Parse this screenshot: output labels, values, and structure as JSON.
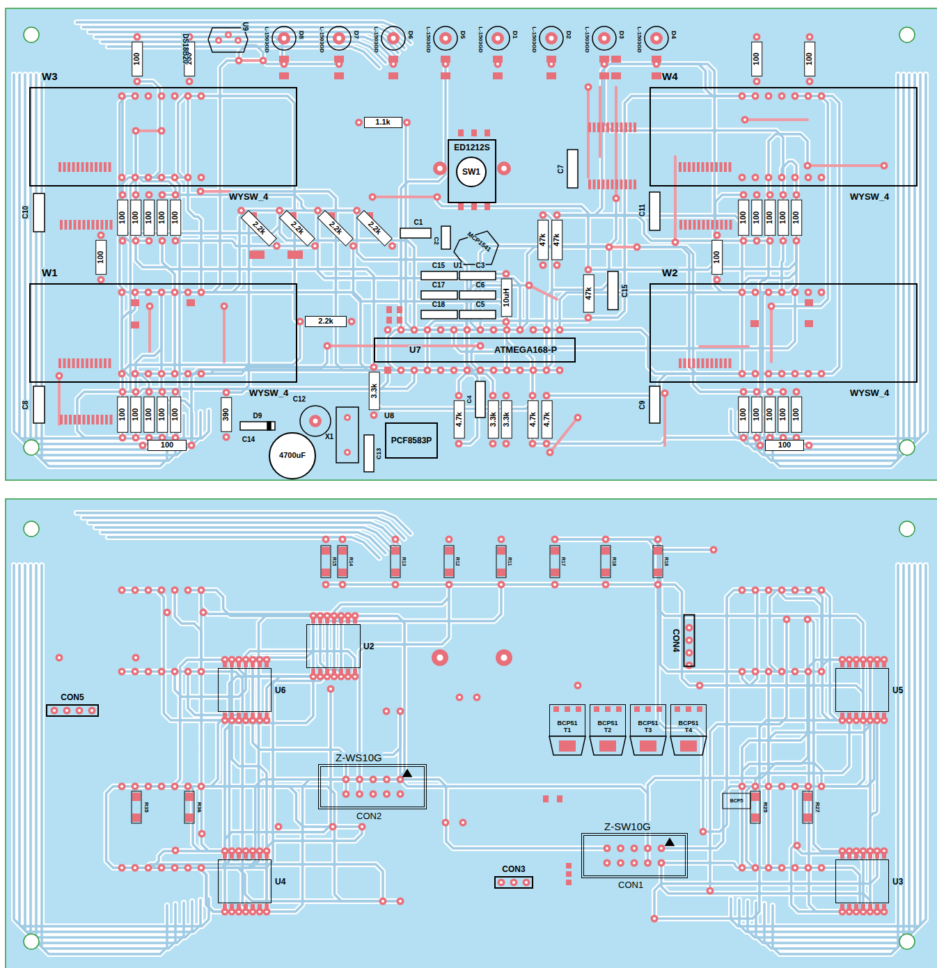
{
  "diagram": {
    "nodes": [
      {
        "text": [
          "100"
        ]
      },
      {
        "text": [
          "100"
        ]
      },
      {
        "text": [
          "100"
        ]
      },
      {
        "text": [
          "100"
        ]
      },
      {
        "text": [
          "W3",
          "WYSW_4"
        ]
      },
      {
        "text": [
          "W4",
          "WYSW_4"
        ]
      },
      {
        "text": [
          "1.1k"
        ]
      },
      {
        "text": [
          "ED1212S"
        ]
      },
      {
        "text": [
          "SW1"
        ],
        "in": 7
      },
      {
        "text": [
          "100"
        ]
      },
      {
        "text": [
          "100"
        ]
      },
      {
        "text": [
          "100"
        ]
      },
      {
        "text": [
          "100"
        ]
      },
      {
        "text": [
          "100"
        ]
      },
      {
        "text": [
          "100"
        ]
      },
      {
        "text": [
          "100"
        ]
      },
      {
        "text": [
          "100"
        ]
      },
      {
        "text": [
          "100"
        ]
      },
      {
        "text": [
          "100"
        ]
      },
      {
        "text": [
          "2.2k"
        ]
      },
      {
        "text": [
          "2.2k"
        ]
      },
      {
        "text": [
          "2.2k"
        ]
      },
      {
        "text": [
          "2.2k"
        ]
      },
      {
        "text": [
          "47k"
        ]
      },
      {
        "text": [
          "47k"
        ]
      },
      {
        "text": [
          "100"
        ]
      },
      {
        "text": [
          "100"
        ]
      },
      {
        "text": [
          "47k"
        ]
      },
      {
        "text": [
          "10uH"
        ]
      },
      {
        "text": [
          "W1",
          "WYSW_4"
        ]
      },
      {
        "text": [
          "W2",
          "WYSW_4"
        ]
      },
      {
        "text": [
          "2.2k"
        ]
      },
      {
        "text": [
          "U7",
          "ATMEGA168-P"
        ]
      },
      {
        "text": [
          "3.3k"
        ]
      },
      {
        "text": [
          "100"
        ]
      },
      {
        "text": [
          "100"
        ]
      },
      {
        "text": [
          "100"
        ]
      },
      {
        "text": [
          "100"
        ]
      },
      {
        "text": [
          "100"
        ]
      },
      {
        "text": [
          "100"
        ]
      },
      {
        "text": [
          "100"
        ]
      },
      {
        "text": [
          "100"
        ]
      },
      {
        "text": [
          "100"
        ]
      },
      {
        "text": [
          "100"
        ]
      },
      {
        "text": [
          "390"
        ]
      },
      {
        "text": [
          "4.7k"
        ]
      },
      {
        "text": [
          "3.3k"
        ]
      },
      {
        "text": [
          "3.3k"
        ]
      },
      {
        "text": [
          "4.7k"
        ]
      },
      {
        "text": [
          "4.7k"
        ]
      },
      {
        "text": [
          "U8",
          "PCF8583P"
        ]
      },
      {
        "text": [
          "4700uF"
        ]
      },
      {
        "text": [
          "100"
        ]
      },
      {
        "text": [
          "100"
        ]
      },
      {
        "text": [
          "U2"
        ]
      },
      {
        "text": [
          "CON4"
        ]
      },
      {
        "text": [
          "U6"
        ]
      },
      {
        "text": [
          "U5"
        ]
      },
      {
        "text": [
          "CON5"
        ]
      },
      {
        "text": [
          "BCP51",
          "T1"
        ]
      },
      {
        "text": [
          "BCP51",
          "T2"
        ]
      },
      {
        "text": [
          "BCP51",
          "T3"
        ]
      },
      {
        "text": [
          "BCP51",
          "T4"
        ]
      },
      {
        "text": [
          "Z-WS10G",
          "CON2"
        ]
      },
      {
        "text": [
          "Z-SW10G",
          "CON1"
        ]
      },
      {
        "text": [
          "CON3"
        ]
      },
      {
        "text": [
          "U4"
        ]
      },
      {
        "text": [
          "U3"
        ]
      }
    ],
    "labels": [
      "U9",
      "DS18B20",
      "L-1503GD",
      "D8",
      "L-1503GD",
      "D7",
      "L-1503GD",
      "D6",
      "L-1503GD",
      "D5",
      "L-1503GD",
      "D1",
      "L-1503GD",
      "D2",
      "L-1503GD",
      "D3",
      "L-1503GD",
      "D4",
      "C10",
      "C7",
      "C11",
      "C1",
      "C2",
      "MCP1541",
      "C15",
      "U1",
      "C3",
      "C17",
      "C6",
      "C18",
      "C5",
      "C15",
      "C8",
      "C4",
      "C9",
      "D9",
      "C12",
      "C14",
      "X1",
      "C13",
      "R15",
      "R14",
      "R13",
      "R12",
      "R11",
      "R17",
      "R18",
      "R16",
      "R35",
      "R36",
      "BCP5",
      "R25",
      "R27"
    ]
  }
}
